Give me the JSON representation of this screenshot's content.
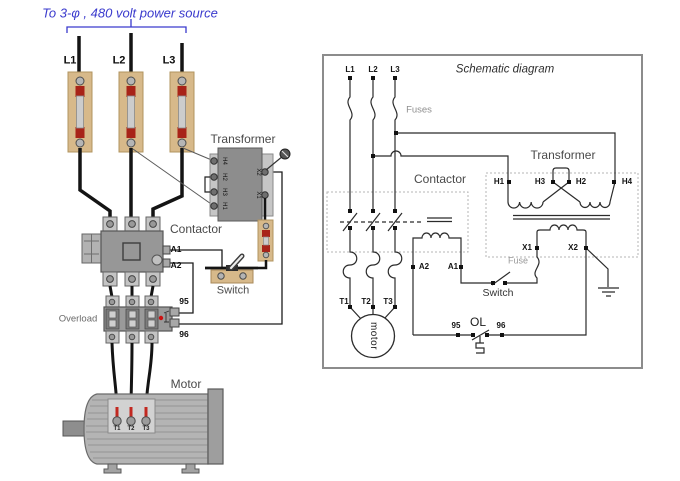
{
  "pictorial": {
    "power_source_label": "To 3-φ , 480 volt power source",
    "line_labels": [
      "L1",
      "L2",
      "L3"
    ],
    "transformer": {
      "label": "Transformer",
      "h_terminals": [
        "H4",
        "H2",
        "H3",
        "H1"
      ],
      "x_terminals": [
        "X2",
        "X1"
      ]
    },
    "contactor": {
      "label": "Contactor",
      "coil_a1": "A1",
      "coil_a2": "A2"
    },
    "switch_label": "Switch",
    "overload": {
      "label": "Overload",
      "terminal_95": "95",
      "terminal_96": "96"
    },
    "motor": {
      "label": "Motor",
      "terminals": [
        "T1",
        "T2",
        "T3"
      ]
    }
  },
  "schematic": {
    "title": "Schematic diagram",
    "line_labels": [
      "L1",
      "L2",
      "L3"
    ],
    "fuses_label": "Fuses",
    "contactor_label": "Contactor",
    "transformer": {
      "label": "Transformer",
      "h_terminals": [
        "H1",
        "H3",
        "H2",
        "H4"
      ],
      "x_terminals": [
        "X1",
        "X2"
      ]
    },
    "coil_terminals": {
      "a2": "A2",
      "a1": "A1"
    },
    "fuse_label": "Fuse",
    "switch_label": "Switch",
    "overload_contact": {
      "terminal_95": "95",
      "label": "OL",
      "terminal_96": "96"
    },
    "motor": {
      "label": "motor",
      "terminals": [
        "T1",
        "T2",
        "T3"
      ]
    }
  },
  "colors": {
    "accent_blue": "#3a3acd",
    "wire_black": "#141414",
    "fuse_holder_tan": "#d7b98a",
    "fuse_clip_red": "#a82318",
    "component_gray": "#979797",
    "schematic_line": "#2b2b2b"
  }
}
